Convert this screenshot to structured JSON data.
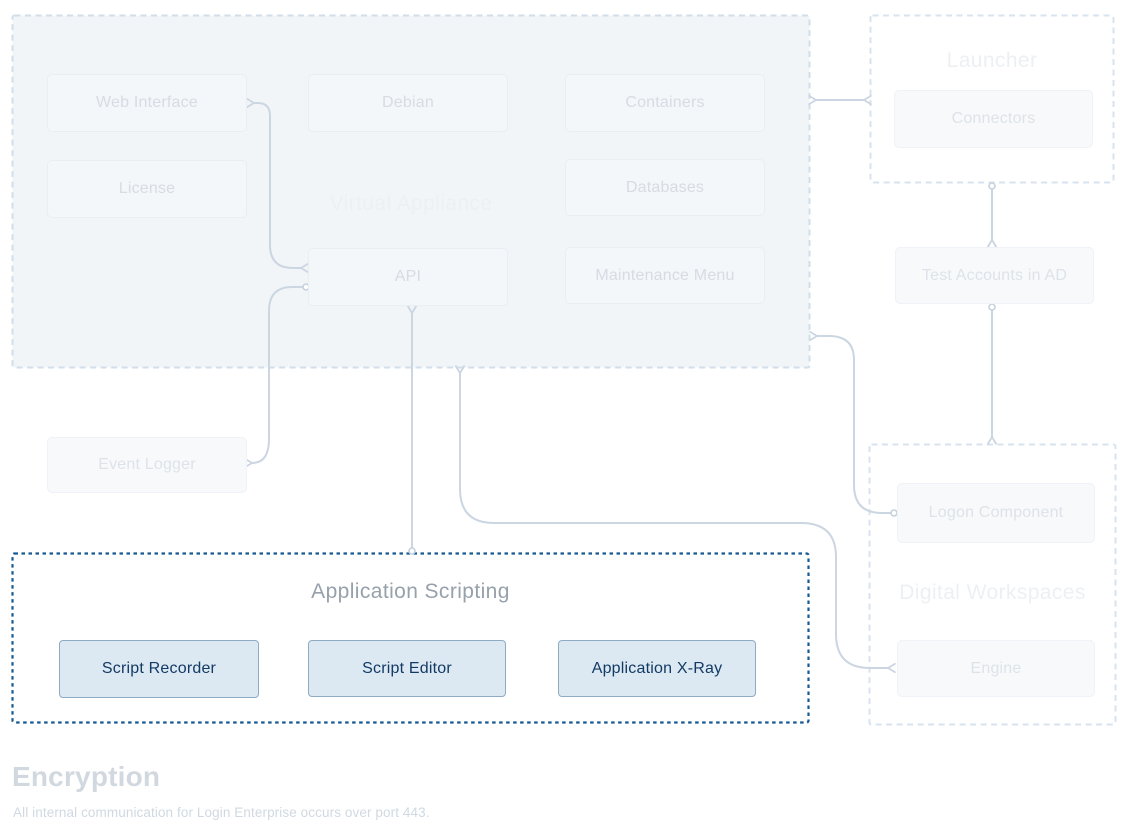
{
  "palette": {
    "scripting_border": "#175a93",
    "highlight_fill": "#dde9f2",
    "highlight_border": "#8fabc4",
    "highlight_text": "#123a64",
    "connector_line": "#cbd6e2",
    "region_border": "#d3e0eb",
    "panel_fill": "#f2f5f8"
  },
  "groups": {
    "virtual_appliance": {
      "title": "Virtual Appliance",
      "items": [
        {
          "label": "Web Interface"
        },
        {
          "label": "Debian"
        },
        {
          "label": "Containers"
        },
        {
          "label": "License"
        },
        {
          "label": "Databases"
        },
        {
          "label": "API"
        },
        {
          "label": "Maintenance Menu"
        }
      ]
    },
    "launcher": {
      "title": "Launcher",
      "items": [
        {
          "label": "Connectors"
        }
      ]
    },
    "digital_workspaces": {
      "title": "Digital Workspaces",
      "items": [
        {
          "label": "Logon Component"
        },
        {
          "label": "Engine"
        }
      ]
    },
    "application_scripting": {
      "title": "Application Scripting",
      "items": [
        {
          "label": "Script Recorder"
        },
        {
          "label": "Script Editor"
        },
        {
          "label": "Application X-Ray"
        }
      ]
    }
  },
  "nodes": {
    "event_logger": {
      "label": "Event Logger"
    },
    "test_accounts_in_ad": {
      "label": "Test Accounts in AD"
    }
  },
  "footer": {
    "heading": "Encryption",
    "caption": "All internal communication for Login Enterprise occurs over port 443."
  }
}
